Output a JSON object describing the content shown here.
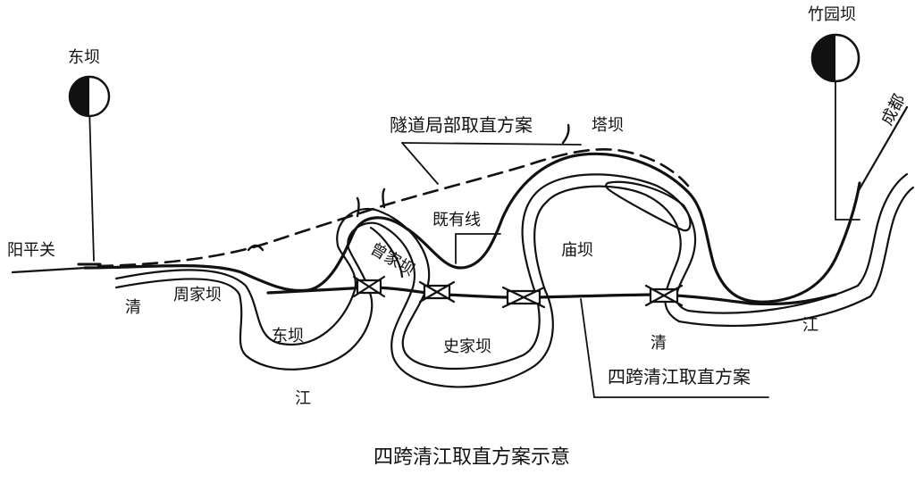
{
  "labels": {
    "dongba_station": "东坝",
    "zhuyuanba_station": "竹园坝",
    "yangpingguan": "阳平关",
    "chengdu": "成都",
    "tunnel_scheme": "隧道局部取直方案",
    "taba": "塔坝",
    "existing_line": "既有线",
    "zengjiaba": "曾家坝",
    "miaoba": "庙坝",
    "zhoujiaba": "周家坝",
    "qing_left": "清",
    "jiang_bottom": "江",
    "dongba_bend": "东坝",
    "shijiaba": "史家坝",
    "qing_right": "清",
    "jiang_right": "江",
    "four_crossing_scheme": "四跨清江取直方案"
  },
  "caption": "四跨清江取直方案示意",
  "colors": {
    "ink": "#111111",
    "background": "#ffffff"
  }
}
